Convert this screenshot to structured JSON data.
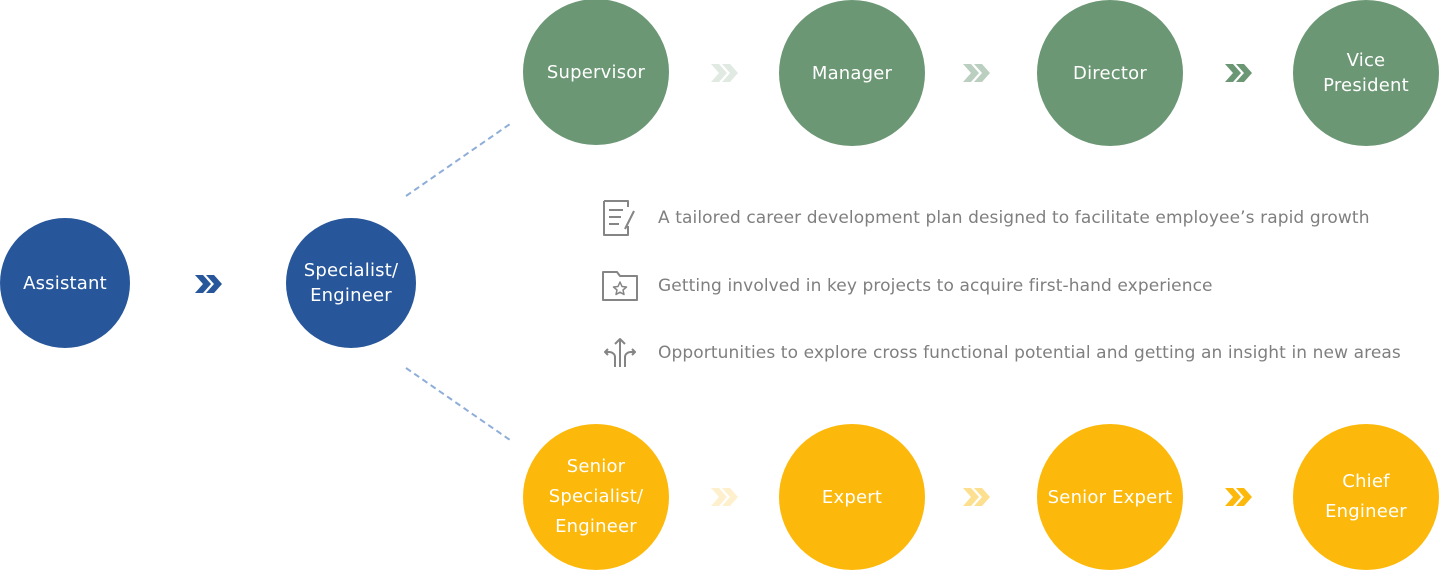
{
  "colors": {
    "blue": "#27579a",
    "green": "#6b9774",
    "yellow": "#fcb90b",
    "connector": "#8eaed8",
    "benefit_text": "#7f7f7f"
  },
  "entry_track": {
    "nodes": [
      {
        "label": "Assistant"
      },
      {
        "label": "Specialist/\nEngineer"
      }
    ]
  },
  "management_track": {
    "nodes": [
      {
        "label": "Supervisor"
      },
      {
        "label": "Manager"
      },
      {
        "label": "Director"
      },
      {
        "label": "Vice\nPresident"
      }
    ],
    "arrow_opacity": [
      0.2,
      0.45,
      1.0
    ]
  },
  "expert_track": {
    "nodes": [
      {
        "label": "Senior\nSpecialist/\nEngineer"
      },
      {
        "label": "Expert"
      },
      {
        "label": "Senior Expert"
      },
      {
        "label": "Chief\nEngineer"
      }
    ],
    "arrow_opacity": [
      0.2,
      0.45,
      1.0
    ]
  },
  "benefits": [
    {
      "icon": "edit-document-icon",
      "text": "A tailored career development plan designed to facilitate employee’s rapid growth"
    },
    {
      "icon": "star-folder-icon",
      "text": "Getting involved in key projects to acquire first-hand experience"
    },
    {
      "icon": "split-arrows-icon",
      "text": "Opportunities to explore cross functional potential and getting an insight in new areas"
    }
  ]
}
